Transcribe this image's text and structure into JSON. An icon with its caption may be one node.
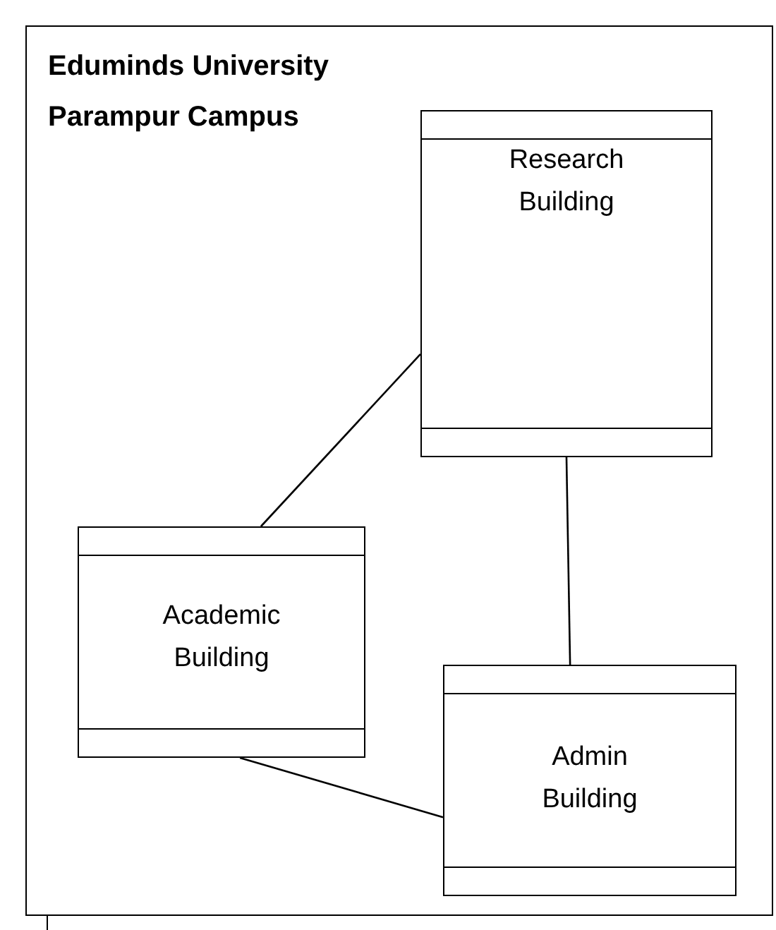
{
  "diagram": {
    "nodes": [
      {
        "text": [
          "Eduminds University Parampur Campus"
        ]
      },
      {
        "text": [
          "Research Building"
        ],
        "in": 0
      },
      {
        "text": [
          "Academic Building"
        ],
        "in": 0
      },
      {
        "text": [
          "Admin Building"
        ],
        "in": 0
      }
    ],
    "edges": [
      {
        "from": 1,
        "to": 2,
        "arrow": "none"
      },
      {
        "from": 1,
        "to": 3,
        "arrow": "none"
      },
      {
        "from": 2,
        "to": 3,
        "arrow": "none"
      }
    ]
  }
}
